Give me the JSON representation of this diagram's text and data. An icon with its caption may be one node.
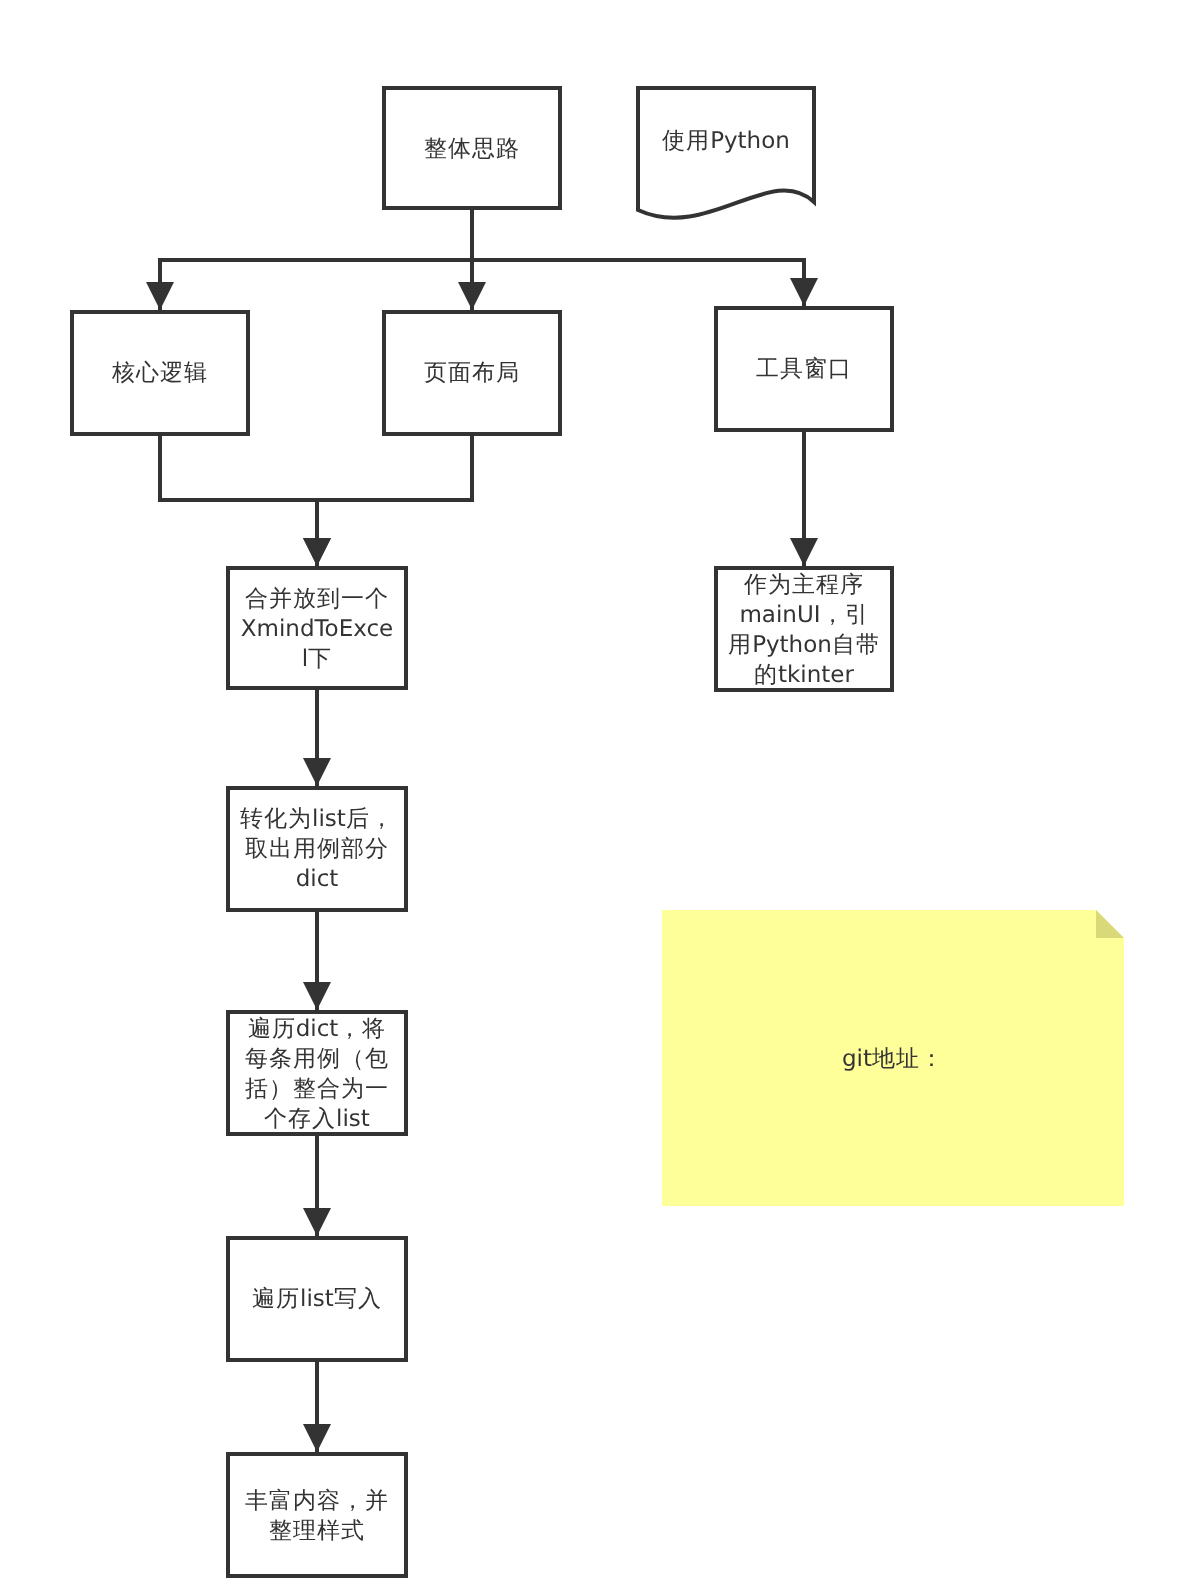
{
  "diagram": {
    "nodes": [
      {
        "text": [
          "整体思路"
        ]
      },
      {
        "text": [
          "使用Python"
        ]
      },
      {
        "text": [
          "核心逻辑"
        ]
      },
      {
        "text": [
          "页面布局"
        ]
      },
      {
        "text": [
          "工具窗口"
        ]
      },
      {
        "text": [
          "合并放到一个XmindToExcel下"
        ]
      },
      {
        "text": [
          "作为主程序mainUI，引用Python自带的tkinter"
        ]
      },
      {
        "text": [
          "转化为list后，取出用例部分dict"
        ]
      },
      {
        "text": [
          "遍历dict，将每条用例（包括）整合为一个存入list"
        ]
      },
      {
        "text": [
          "遍历list写入"
        ]
      },
      {
        "text": [
          "丰富内容，并整理样式"
        ]
      },
      {
        "text": [
          "git地址："
        ]
      }
    ],
    "edges": [
      {
        "from": 0,
        "to": 2,
        "arrow": "to"
      },
      {
        "from": 0,
        "to": 3,
        "arrow": "to"
      },
      {
        "from": 0,
        "to": 4,
        "arrow": "to"
      },
      {
        "from": 2,
        "to": 5,
        "arrow": "to"
      },
      {
        "from": 3,
        "to": 5,
        "arrow": "to"
      },
      {
        "from": 4,
        "to": 6,
        "arrow": "to"
      },
      {
        "from": 5,
        "to": 7,
        "arrow": "to"
      },
      {
        "from": 7,
        "to": 8,
        "arrow": "to"
      },
      {
        "from": 8,
        "to": 9,
        "arrow": "to"
      },
      {
        "from": 9,
        "to": 10,
        "arrow": "to"
      }
    ]
  }
}
